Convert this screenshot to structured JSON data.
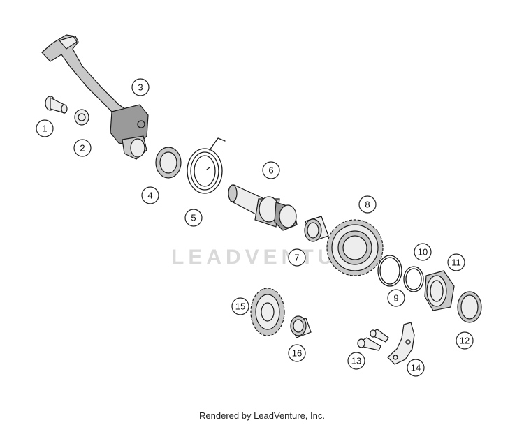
{
  "watermark": "LEADVENTURE",
  "footer": "Rendered by LeadVenture, Inc.",
  "callouts": [
    {
      "id": "1",
      "label": "1"
    },
    {
      "id": "2",
      "label": "2"
    },
    {
      "id": "3",
      "label": "3"
    },
    {
      "id": "4",
      "label": "4"
    },
    {
      "id": "5",
      "label": "5"
    },
    {
      "id": "6",
      "label": "6"
    },
    {
      "id": "7",
      "label": "7"
    },
    {
      "id": "8",
      "label": "8"
    },
    {
      "id": "9",
      "label": "9"
    },
    {
      "id": "10",
      "label": "10"
    },
    {
      "id": "11",
      "label": "11"
    },
    {
      "id": "12",
      "label": "12"
    },
    {
      "id": "13",
      "label": "13"
    },
    {
      "id": "14",
      "label": "14"
    },
    {
      "id": "15",
      "label": "15"
    },
    {
      "id": "16",
      "label": "16"
    }
  ]
}
